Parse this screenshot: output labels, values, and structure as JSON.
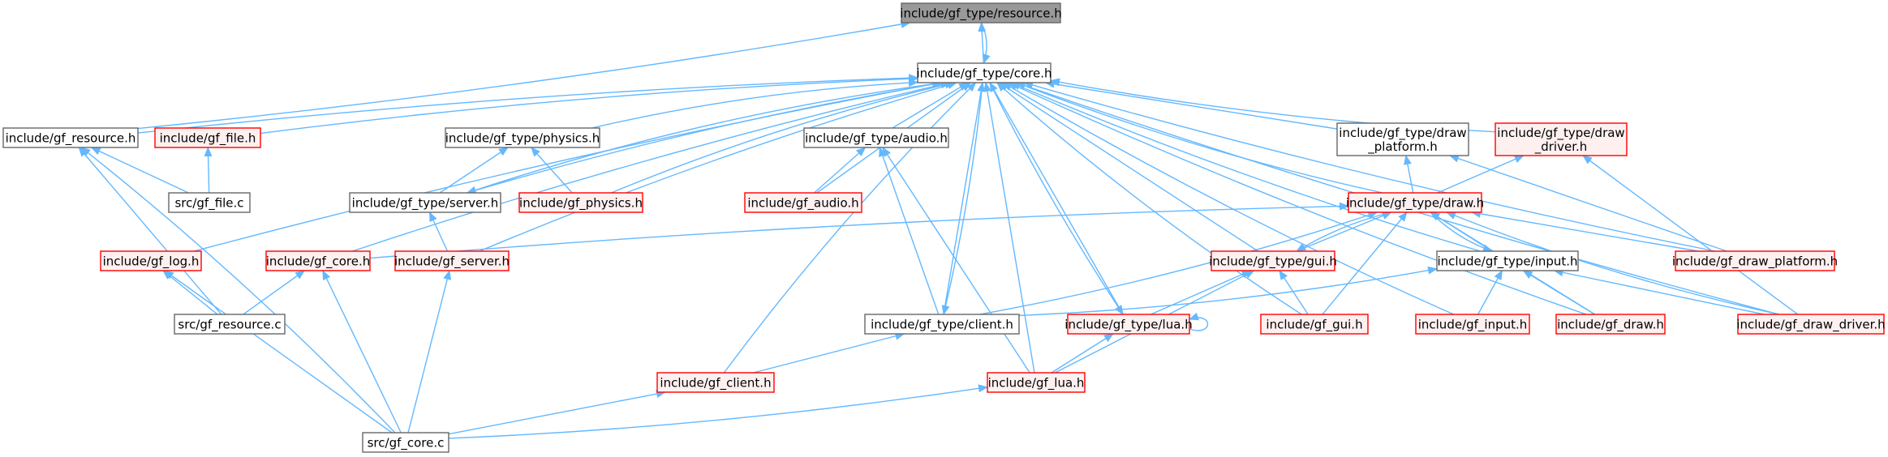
{
  "colors": {
    "edge": "#63B8FF",
    "focus_fill": "#999999",
    "focus_border": "#666666",
    "normal_fill": "#FFFFFF",
    "normal_border": "#666666",
    "incomplete_fill": "#FFF0F0",
    "incomplete_border": "#FF0000"
  },
  "nodes": [
    {
      "id": "resource_h_type",
      "label": "include/gf_type/resource.h",
      "style": "focus"
    },
    {
      "id": "core_h_type",
      "label": "include/gf_type/core.h",
      "style": "normal"
    },
    {
      "id": "gf_resource_h",
      "label": "include/gf_resource.h",
      "style": "normal"
    },
    {
      "id": "gf_file_h",
      "label": "include/gf_file.h",
      "style": "incomplete"
    },
    {
      "id": "physics_h_type",
      "label": "include/gf_type/physics.h",
      "style": "normal"
    },
    {
      "id": "audio_h_type",
      "label": "include/gf_type/audio.h",
      "style": "normal"
    },
    {
      "id": "draw_platform_h_type",
      "label": "include/gf_type/draw\n_platform.h",
      "style": "normal"
    },
    {
      "id": "draw_driver_h_type",
      "label": "include/gf_type/draw\n_driver.h",
      "style": "incomplete"
    },
    {
      "id": "gf_file_c",
      "label": "src/gf_file.c",
      "style": "normal"
    },
    {
      "id": "server_h_type",
      "label": "include/gf_type/server.h",
      "style": "normal"
    },
    {
      "id": "gf_physics_h",
      "label": "include/gf_physics.h",
      "style": "incomplete"
    },
    {
      "id": "gf_audio_h",
      "label": "include/gf_audio.h",
      "style": "incomplete"
    },
    {
      "id": "draw_h_type",
      "label": "include/gf_type/draw.h",
      "style": "incomplete"
    },
    {
      "id": "gf_log_h",
      "label": "include/gf_log.h",
      "style": "incomplete"
    },
    {
      "id": "gf_core_h",
      "label": "include/gf_core.h",
      "style": "incomplete"
    },
    {
      "id": "gf_server_h",
      "label": "include/gf_server.h",
      "style": "incomplete"
    },
    {
      "id": "gui_h_type",
      "label": "include/gf_type/gui.h",
      "style": "incomplete"
    },
    {
      "id": "input_h_type",
      "label": "include/gf_type/input.h",
      "style": "normal"
    },
    {
      "id": "gf_draw_platform_h",
      "label": "include/gf_draw_platform.h",
      "style": "incomplete"
    },
    {
      "id": "gf_resource_c",
      "label": "src/gf_resource.c",
      "style": "normal"
    },
    {
      "id": "client_h_type",
      "label": "include/gf_type/client.h",
      "style": "normal"
    },
    {
      "id": "lua_h_type",
      "label": "include/gf_type/lua.h",
      "style": "incomplete"
    },
    {
      "id": "gf_gui_h",
      "label": "include/gf_gui.h",
      "style": "incomplete"
    },
    {
      "id": "gf_input_h",
      "label": "include/gf_input.h",
      "style": "incomplete"
    },
    {
      "id": "gf_draw_h",
      "label": "include/gf_draw.h",
      "style": "incomplete"
    },
    {
      "id": "gf_draw_driver_h",
      "label": "include/gf_draw_driver.h",
      "style": "incomplete"
    },
    {
      "id": "gf_client_h",
      "label": "include/gf_client.h",
      "style": "incomplete"
    },
    {
      "id": "gf_lua_h",
      "label": "include/gf_lua.h",
      "style": "incomplete"
    },
    {
      "id": "gf_core_c",
      "label": "src/gf_core.c",
      "style": "normal"
    }
  ]
}
